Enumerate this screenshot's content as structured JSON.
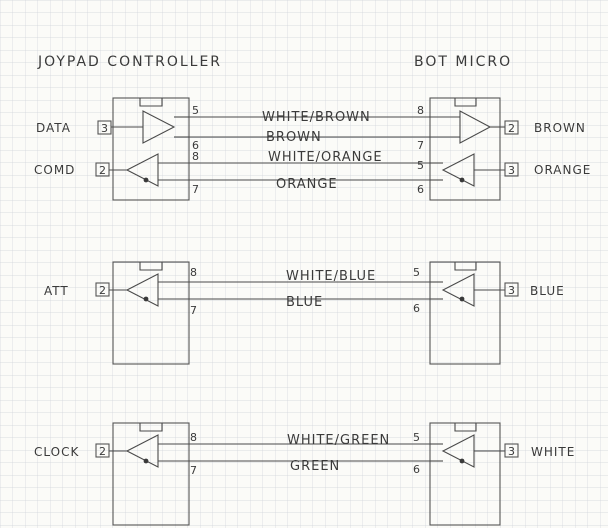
{
  "headers": {
    "left": "JOYPAD CONTROLLER",
    "right": "BOT MICRO"
  },
  "groups": [
    {
      "signals": [
        {
          "left_label": "DATA",
          "left_pin": "3",
          "right_label": "BROWN",
          "right_pin": "2",
          "wires": [
            {
              "left_pin": "5",
              "right_pin": "8",
              "label": "WHITE/BROWN"
            },
            {
              "left_pin": "6",
              "right_pin": "7",
              "label": "BROWN"
            }
          ]
        },
        {
          "left_label": "COMD",
          "left_pin": "2",
          "right_label": "ORANGE",
          "right_pin": "3",
          "wires": [
            {
              "left_pin": "8",
              "right_pin": "5",
              "label": "WHITE/ORANGE"
            },
            {
              "left_pin": "7",
              "right_pin": "6",
              "label": "ORANGE"
            }
          ]
        }
      ]
    },
    {
      "signals": [
        {
          "left_label": "ATT",
          "left_pin": "2",
          "right_label": "BLUE",
          "right_pin": "3",
          "wires": [
            {
              "left_pin": "8",
              "right_pin": "5",
              "label": "WHITE/BLUE"
            },
            {
              "left_pin": "7",
              "right_pin": "6",
              "label": "BLUE"
            }
          ]
        }
      ]
    },
    {
      "signals": [
        {
          "left_label": "CLOCK",
          "left_pin": "2",
          "right_label": "WHITE",
          "right_pin": "3",
          "wires": [
            {
              "left_pin": "8",
              "right_pin": "5",
              "label": "WHITE/GREEN"
            },
            {
              "left_pin": "7",
              "right_pin": "6",
              "label": "GREEN"
            }
          ]
        }
      ]
    }
  ],
  "colors": {
    "paper": "#fbfbf8",
    "grid": "#cfd3da",
    "ink": "#3a3a3a"
  }
}
